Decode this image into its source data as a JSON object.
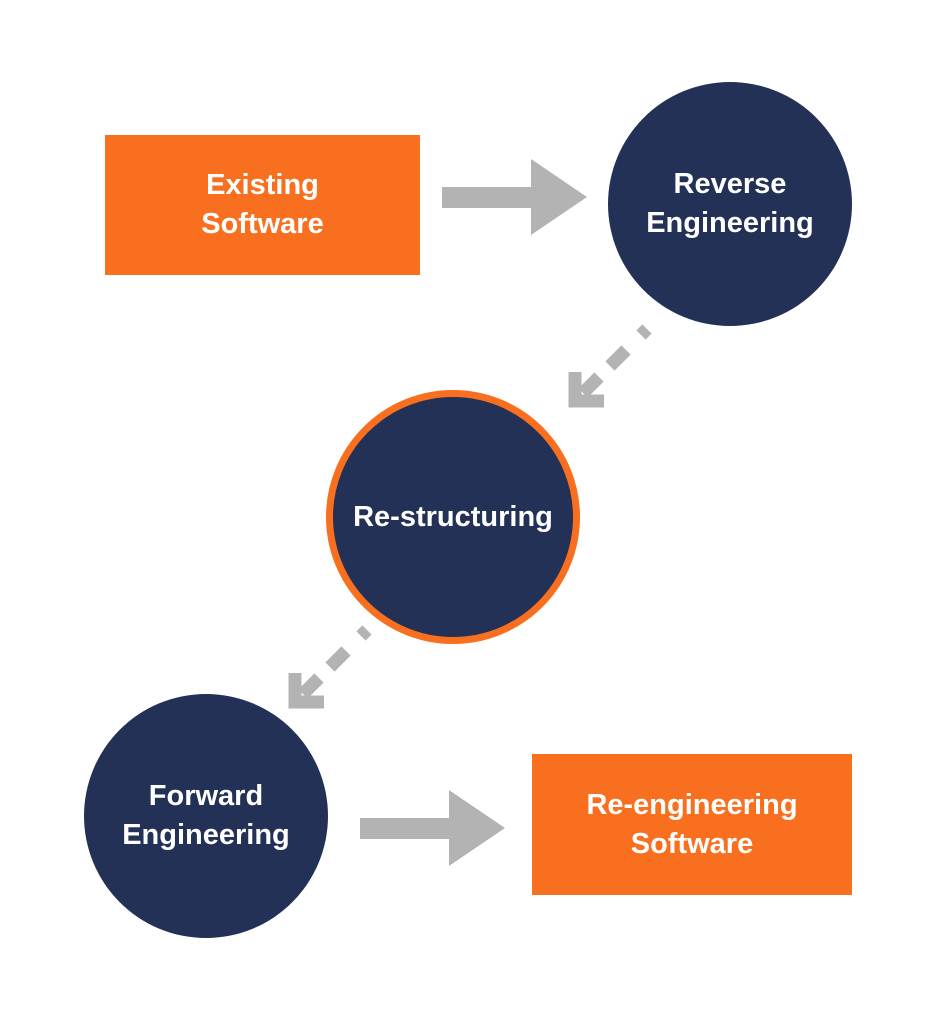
{
  "colors": {
    "background": "#ffffff",
    "orange": "#f8701f",
    "navy": "#243156",
    "gray": "#b3b3b3",
    "text-white": "#ffffff"
  },
  "nodes": {
    "existing_software": {
      "label": "Existing\nSoftware",
      "shape": "rectangle"
    },
    "reverse_engineering": {
      "label": "Reverse\nEngineering",
      "shape": "circle"
    },
    "re_structuring": {
      "label": "Re-structuring",
      "shape": "circle-orange-outline"
    },
    "forward_engineering": {
      "label": "Forward\nEngineering",
      "shape": "circle"
    },
    "re_engineering_software": {
      "label": "Re-engineering\nSoftware",
      "shape": "rectangle"
    }
  },
  "connectors": [
    {
      "from": "existing_software",
      "to": "reverse_engineering",
      "style": "solid-arrow",
      "direction": "right"
    },
    {
      "from": "reverse_engineering",
      "to": "re_structuring",
      "style": "dashed-arrow",
      "direction": "down-left"
    },
    {
      "from": "re_structuring",
      "to": "forward_engineering",
      "style": "dashed-arrow",
      "direction": "down-left"
    },
    {
      "from": "forward_engineering",
      "to": "re_engineering_software",
      "style": "solid-arrow",
      "direction": "right"
    }
  ]
}
